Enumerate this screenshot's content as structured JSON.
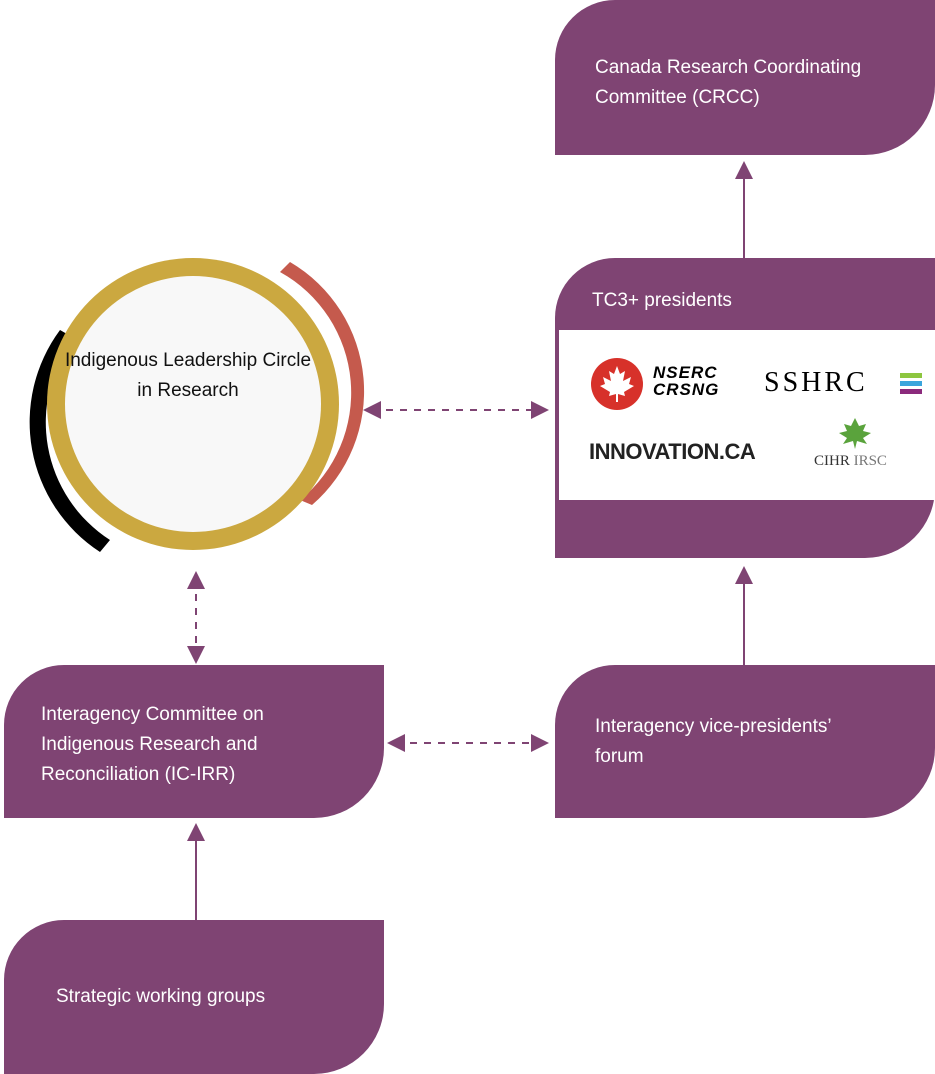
{
  "colors": {
    "purple": "#7f4473",
    "gold": "#cba840",
    "red": "#c55a4d",
    "black": "#000000",
    "circle_fill": "#f8f8f8"
  },
  "crcc": {
    "label": "Canada Research Coordinating Committee (CRCC)"
  },
  "tc3": {
    "label": "TC3+ presidents",
    "logos": {
      "nserc_line1": "NSERC",
      "nserc_line2": "CRSNG",
      "sshrc": "SSHRC",
      "innovation": "INNOVATION.CA",
      "cihr": "CIHR",
      "irsc": "IRSC"
    }
  },
  "ilcr": {
    "label": "Indigenous Leadership Circle in Research"
  },
  "icirr": {
    "label": "Interagency Committee on Indigenous Research and Reconciliation (IC-IRR)"
  },
  "vpforum": {
    "label": "Interagency vice-presidents’ forum"
  },
  "swg": {
    "label": "Strategic working groups"
  }
}
